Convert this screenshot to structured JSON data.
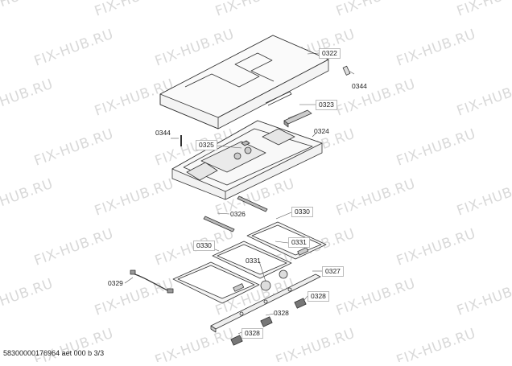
{
  "watermark": "FIX-HUB.RU",
  "footer": "58300000176964 aet 000 b 3/3",
  "parts": {
    "p0322": "0322",
    "p0344a": "0344",
    "p0323": "0323",
    "p0344b": "0344",
    "p0324": "0324",
    "p0325": "0325",
    "p0326": "0326",
    "p0330a": "0330",
    "p0330b": "0330",
    "p0331a": "0331",
    "p0331b": "0331",
    "p0327": "0327",
    "p0329": "0329",
    "p0328a": "0328",
    "p0328b": "0328",
    "p0328c": "0328"
  }
}
